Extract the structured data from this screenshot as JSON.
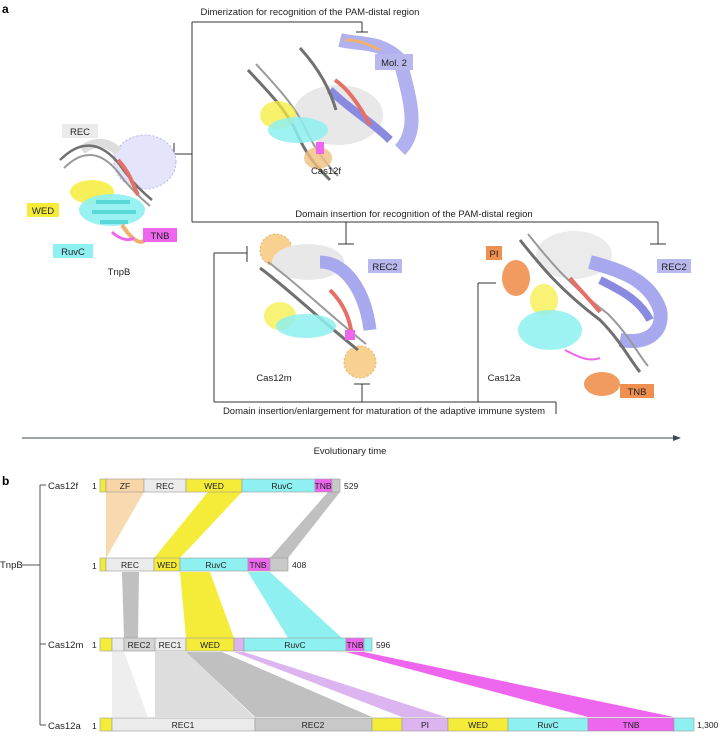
{
  "panel_a": {
    "letter": "a",
    "caption_top": "Dimerization for recognition of the PAM-distal region",
    "caption_mid": "Domain insertion for recognition of the PAM-distal region",
    "caption_bottom": "Domain insertion/enlargement for maturation of the adaptive immune system",
    "arrow_label": "Evolutionary time",
    "structures": {
      "tnpb": {
        "name": "TnpB",
        "labels": {
          "rec": "REC",
          "wed": "WED",
          "ruvc": "RuvC",
          "tnb": "TNB"
        }
      },
      "cas12f": {
        "name": "Cas12f",
        "labels": {
          "mol2": "Mol. 2"
        }
      },
      "cas12m": {
        "name": "Cas12m",
        "labels": {
          "rec2": "REC2"
        }
      },
      "cas12a": {
        "name": "Cas12a",
        "labels": {
          "pi": "PI",
          "rec2": "REC2",
          "tnb": "TNB"
        }
      }
    }
  },
  "panel_b": {
    "letter": "b",
    "root_label": "TnpB",
    "rows": [
      {
        "name": "Cas12f",
        "start": "1",
        "end": "529",
        "domains": [
          "ZF",
          "REC",
          "WED",
          "RuvC",
          "TNB"
        ]
      },
      {
        "name": "",
        "start": "1",
        "end": "408",
        "domains": [
          "REC",
          "WED",
          "RuvC",
          "TNB"
        ]
      },
      {
        "name": "Cas12m",
        "start": "1",
        "end": "596",
        "domains": [
          "REC2",
          "REC1",
          "WED",
          "RuvC",
          "TNB"
        ]
      },
      {
        "name": "Cas12a",
        "start": "1",
        "end": "1,300",
        "domains": [
          "REC1",
          "REC2",
          "PI",
          "WED",
          "RuvC",
          "TNB"
        ]
      }
    ]
  },
  "colors": {
    "wed": "#f5ec3a",
    "ruvc": "#8ef0f0",
    "tnb": "#ee66ee",
    "rec": "#ebebeb",
    "zf": "#f8d5a6",
    "pi": "#dcb4f0",
    "mol2": "#b8b8ee",
    "orange": "#f0a060",
    "dna": "#707070"
  }
}
